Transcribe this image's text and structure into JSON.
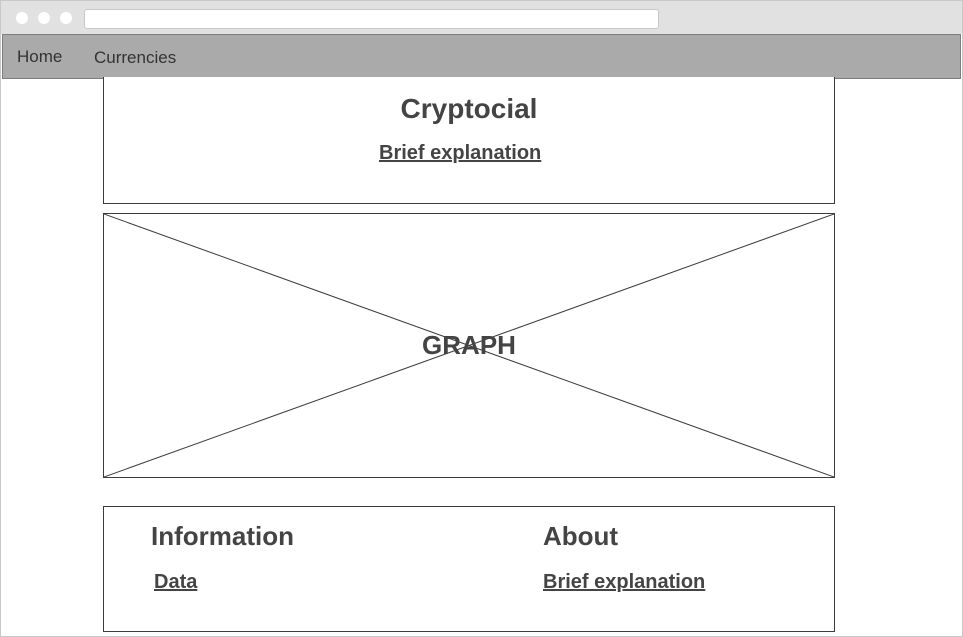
{
  "nav": {
    "home_label": "Home",
    "currencies_label": "Currencies"
  },
  "header_panel": {
    "title": "Cryptocial",
    "link_label": "Brief explanation"
  },
  "graph_panel": {
    "label": "GRAPH"
  },
  "footer_panel": {
    "information": {
      "heading": "Information",
      "link_label": "Data"
    },
    "about": {
      "heading": "About",
      "link_label": "Brief explanation"
    }
  }
}
